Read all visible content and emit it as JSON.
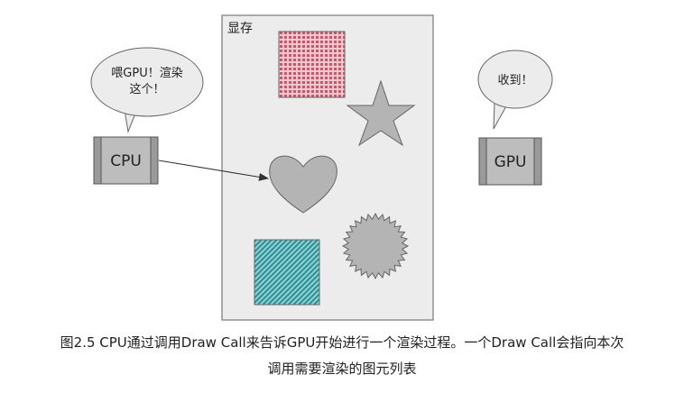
{
  "diagram": {
    "memory_label": "显存",
    "cpu_label": "CPU",
    "gpu_label": "GPU",
    "cpu_bubble_line1": "喂GPU！渲染",
    "cpu_bubble_line2": "这个！",
    "gpu_bubble": "收到！"
  },
  "caption": {
    "line1": "图2.5 CPU通过调用Draw Call来告诉GPU开始进行一个渲染过程。一个Draw Call会指向本次",
    "line2": "调用需要渲染的图元列表"
  },
  "colors": {
    "panel_fill": "#ececec",
    "shape_gray": "#b4b4b4",
    "checker_red": "#d96a7c",
    "hatch_teal": "#3aa8ac"
  }
}
